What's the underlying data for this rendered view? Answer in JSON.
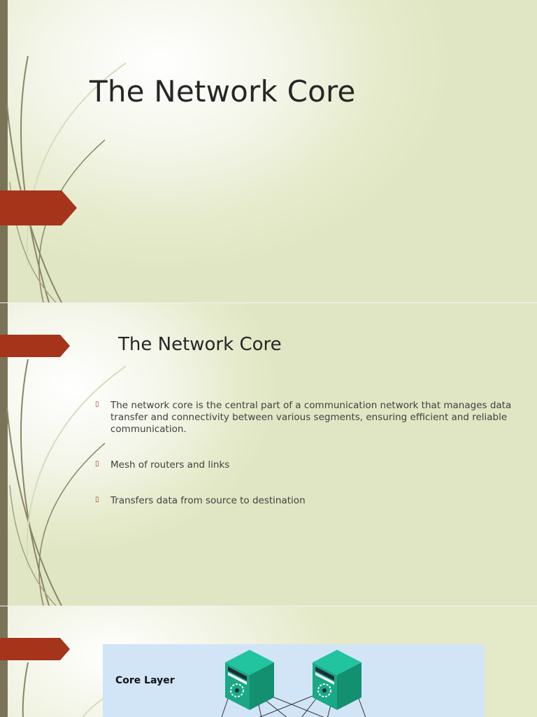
{
  "slides": [
    {
      "title": "The Network Core"
    },
    {
      "title": "The Network Core",
      "bullets": [
        "The network core is the central part of a communication network that manages data transfer and connectivity between various segments, ensuring efficient and reliable communication.",
        "Mesh of routers and links",
        "Transfers data from source to destination"
      ]
    },
    {
      "diagram": {
        "layer_label": "Core Layer"
      }
    }
  ],
  "colors": {
    "accent_tag": "#a5341b",
    "side_bar": "#7a7358",
    "slide_bg": "#e0e6c3",
    "diagram_bg": "#d2e5f7",
    "switch_green": "#1aa886"
  },
  "icons": {
    "bullet": "square-bullet-icon",
    "switch": "core-switch-icon"
  }
}
